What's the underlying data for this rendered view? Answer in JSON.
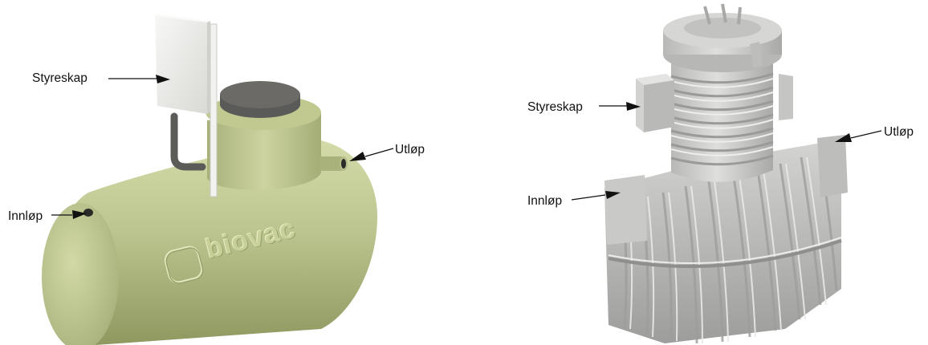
{
  "left": {
    "labels": {
      "control_cabinet": "Styreskap",
      "outlet": "Utløp",
      "inlet": "Innløp"
    },
    "brand": "biovac",
    "tank_color": "#bcc58f",
    "cabinet_color": "#efefed"
  },
  "right": {
    "labels": {
      "control_cabinet": "Styreskap",
      "outlet": "Utløp",
      "inlet": "Innløp"
    },
    "tank_color": "#cfcfcd"
  }
}
